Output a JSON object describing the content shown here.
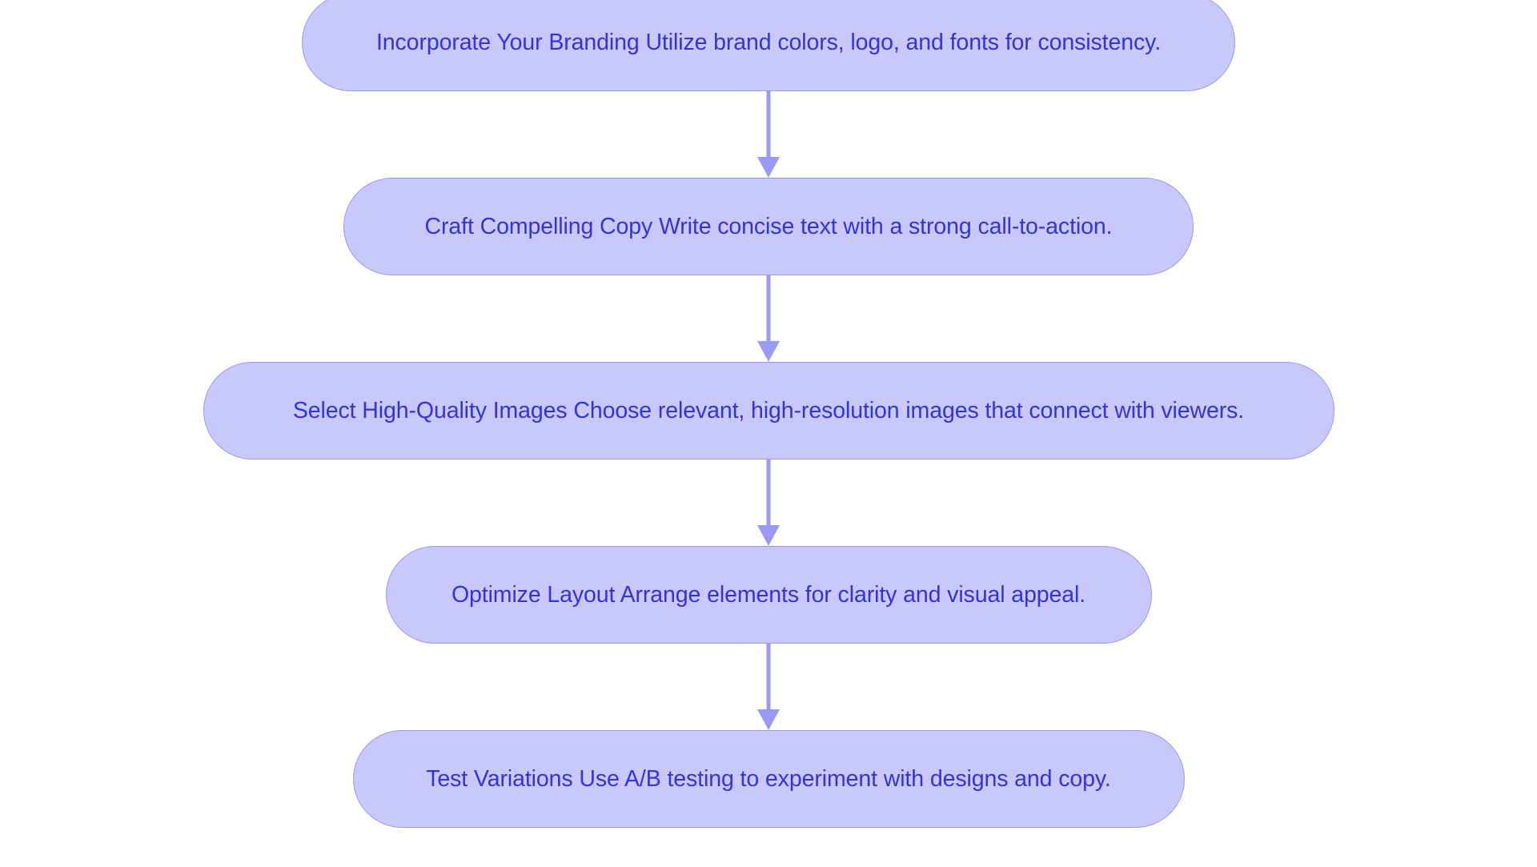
{
  "diagram": {
    "type": "flowchart",
    "orientation": "top-to-bottom",
    "background_color": "#ffffff",
    "node_fill_color": "#c8c8fc",
    "node_border_color": "#9a9af0",
    "node_text_color": "#3333dd",
    "connector_color": "#9a9af5",
    "node_shape": "stadium",
    "nodes": [
      {
        "id": "node-1",
        "label": "Incorporate Your Branding Utilize brand colors, logo, and fonts for consistency."
      },
      {
        "id": "node-2",
        "label": "Craft Compelling Copy Write concise text with a strong call-to-action."
      },
      {
        "id": "node-3",
        "label": "Select High-Quality Images Choose relevant, high-resolution images that connect with viewers."
      },
      {
        "id": "node-4",
        "label": "Optimize Layout Arrange elements for clarity and visual appeal."
      },
      {
        "id": "node-5",
        "label": "Test Variations Use A/B testing to experiment with designs and copy."
      }
    ],
    "edges": [
      {
        "id": "edge-1-2",
        "from": "node-1",
        "to": "node-2",
        "label": ""
      },
      {
        "id": "edge-2-3",
        "from": "node-2",
        "to": "node-3",
        "label": ""
      },
      {
        "id": "edge-3-4",
        "from": "node-3",
        "to": "node-4",
        "label": ""
      },
      {
        "id": "edge-4-5",
        "from": "node-4",
        "to": "node-5",
        "label": ""
      }
    ]
  }
}
